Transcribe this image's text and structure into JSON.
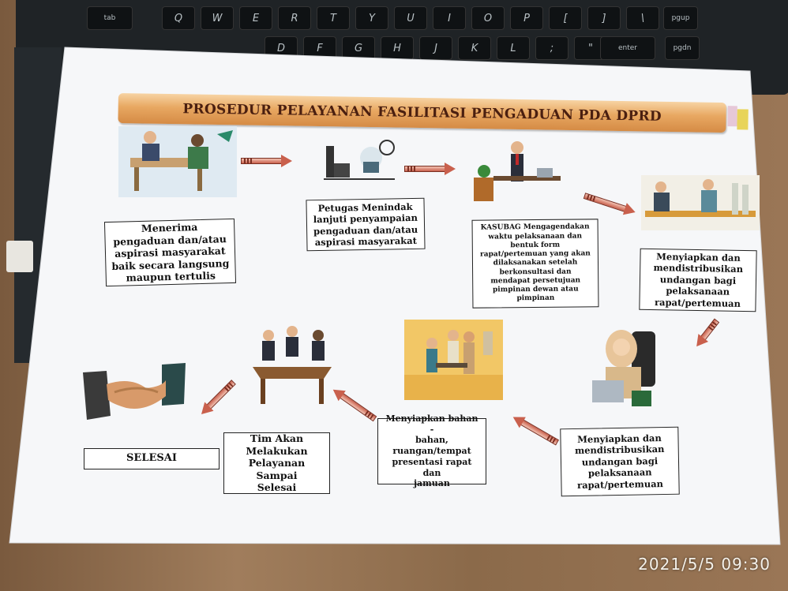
{
  "title": "PROSEDUR PELAYANAN FASILITASI PENGADUAN PDA DPRD",
  "keyboard": {
    "keys": [
      "Q",
      "W",
      "E",
      "R",
      "T",
      "Y",
      "U",
      "I",
      "O",
      "P",
      "[",
      "]",
      "\\"
    ],
    "tab_label": "tab",
    "pgup_label": "pgup",
    "pgdn_label": "pgdn",
    "enter_label": "enter",
    "row2_keys": [
      "D",
      "F",
      "G",
      "H",
      "J",
      "K",
      "L",
      ";",
      "\""
    ]
  },
  "steps": {
    "step1": "Menerima\npengaduan dan/atau\naspirasi masyarakat\nbaik secara langsung\nmaupun tertulis",
    "step2": "Petugas Menindak\nlanjuti penyampaian\npengaduan dan/atau\naspirasi masyarakat",
    "step3": "KASUBAG Mengagendakan\nwaktu pelaksanaan dan\nbentuk form\nrapat/pertemuan yang akan\ndilaksanakan setelah\nberkonsultasi dan\nmendapat persetujuan\npimpinan dewan atau\npimpinan",
    "step4": "Menyiapkan dan\nmendistribusikan\nundangan bagi\npelaksanaan\nrapat/pertemuan",
    "step5": "Menyiapkan dan\nmendistribusikan\nundangan bagi\npelaksanaan\nrapat/pertemuan",
    "step6": "Menyiapkan bahan -\nbahan,\nruangan/tempat\npresentasi rapat dan\njamuan",
    "step7": "Tim Akan\nMelakukan\nPelayanan Sampai\nSelesai",
    "step8": "SELESAI"
  },
  "timestamp": "2021/5/5  09:30",
  "colors": {
    "title_bar": "#e8a862",
    "arrow": "#c9604d",
    "paper": "#f6f7f9"
  }
}
